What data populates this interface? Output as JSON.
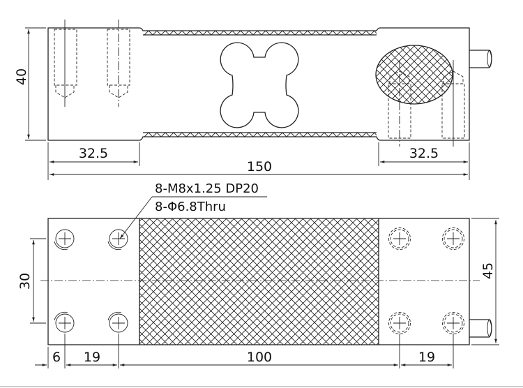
{
  "drawing": {
    "title": "Single point load cell dimension drawing",
    "colors": {
      "line": "#222222",
      "background": "#ffffff"
    },
    "side_view": {
      "dimensions": {
        "height": "40",
        "left_mount": "32.5",
        "right_mount": "32.5",
        "overall_length": "150"
      }
    },
    "hole_note": {
      "line1": "8-M8x1.25 DP20",
      "line2": "8-Φ6.8Thru"
    },
    "top_view": {
      "dimensions": {
        "hole_spacing_vertical": "30",
        "width": "45",
        "edge_offset": "6",
        "left_hole_pitch": "19",
        "gauge_area": "100",
        "right_hole_pitch": "19"
      }
    }
  }
}
